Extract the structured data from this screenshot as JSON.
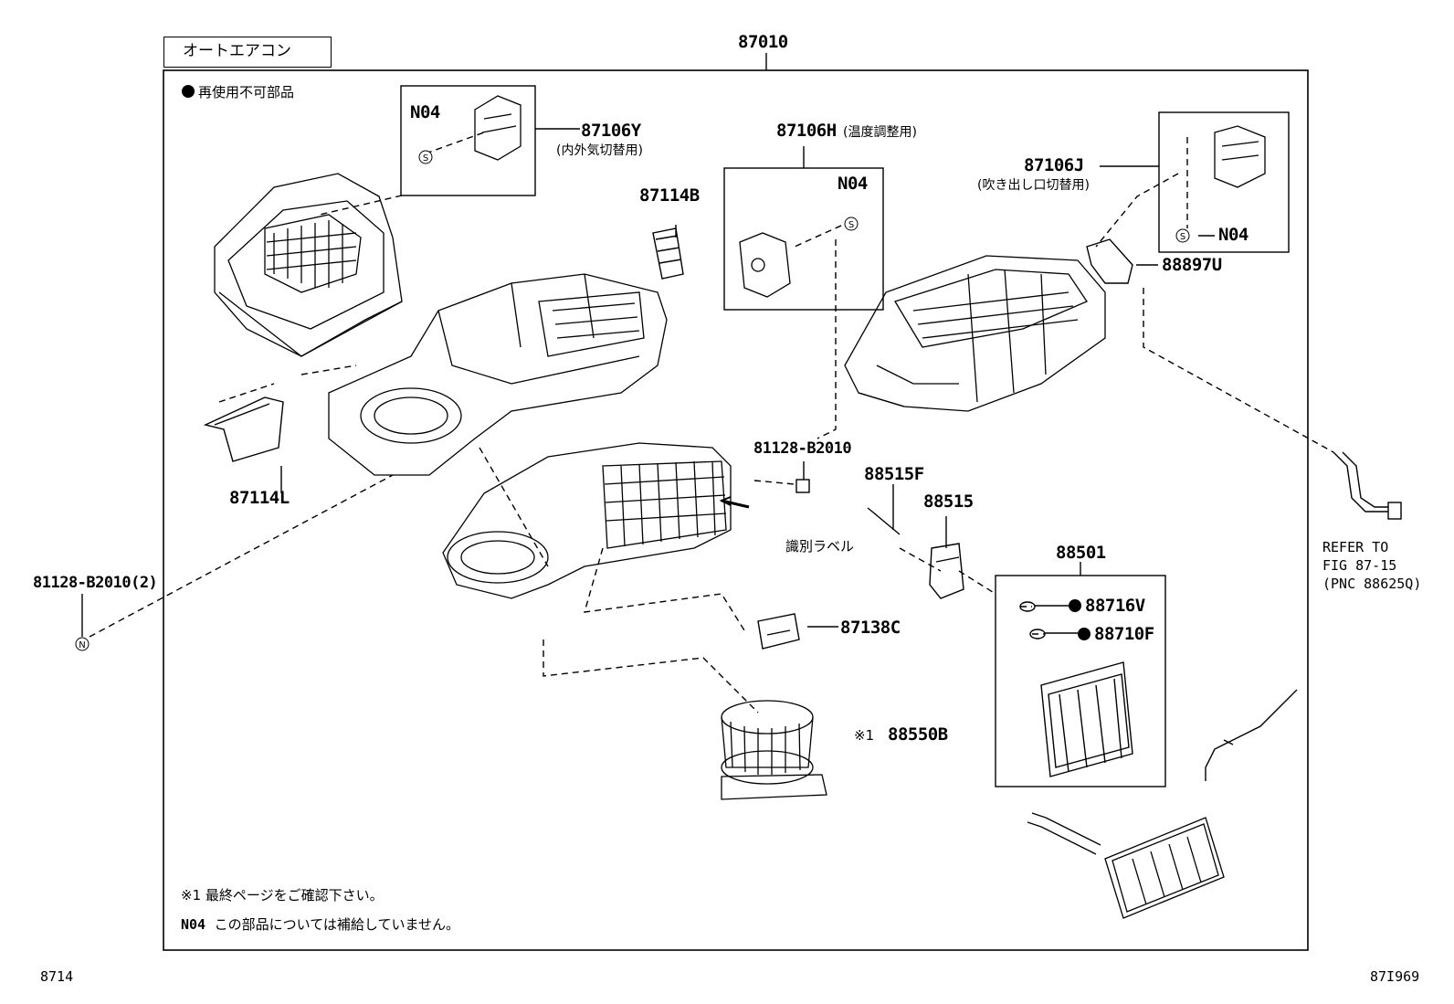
{
  "header": {
    "variant_label": "オートエアコン",
    "assembly_number": "87010"
  },
  "legend": {
    "non_reusable": "再使用不可部品"
  },
  "parts": {
    "p87106Y": {
      "number": "87106Y",
      "note": "(内外気切替用)"
    },
    "p87106H": {
      "number": "87106H",
      "note": "(温度調整用)"
    },
    "p87106J": {
      "number": "87106J",
      "note": "(吹き出し口切替用)"
    },
    "p87114B": {
      "number": "87114B"
    },
    "p87114L": {
      "number": "87114L"
    },
    "p88897U": {
      "number": "88897U"
    },
    "p81128B2010": {
      "number": "81128-B2010"
    },
    "p81128B2010x2": {
      "number": "81128-B2010(2)"
    },
    "p88515F": {
      "number": "88515F"
    },
    "p88515": {
      "number": "88515"
    },
    "p88501": {
      "number": "88501"
    },
    "p88716V": {
      "number": "88716V"
    },
    "p88710F": {
      "number": "88710F"
    },
    "p87138C": {
      "number": "87138C"
    },
    "p88550B": {
      "number": "88550B",
      "mark": "※1"
    },
    "id_label": "識別ラベル"
  },
  "markers": {
    "n04": "N04",
    "s_symbol": "S",
    "n_symbol": "N"
  },
  "reference": {
    "line1": "REFER TO",
    "line2": "FIG 87-15",
    "line3": "(PNC 88625Q)"
  },
  "notes": {
    "note1_mark": "※1",
    "note1_text": "最終ページをご確認下さい。",
    "note2_mark": "N04",
    "note2_text": "この部品については補給していません。"
  },
  "footer": {
    "left_code": "8714",
    "right_code": "87I969"
  }
}
